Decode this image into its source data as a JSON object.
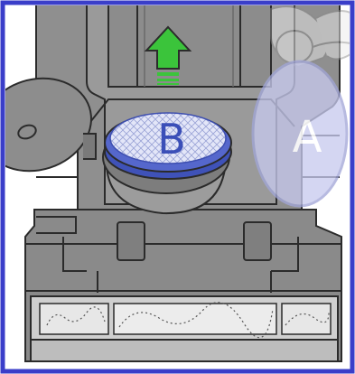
{
  "figure": {
    "part_b_label": "B",
    "part_a_label": "A",
    "arrow_direction": "up"
  },
  "colors": {
    "frame_border": "#3a3ec9",
    "filter_ring": "#4a5bc8",
    "filter_mesh": "#dfe3f7",
    "part_b_text": "#3b4fb8",
    "part_a_fill": "#c9cbec",
    "arrow_green": "#3bc43b",
    "housing_gray": "#8c8c8c",
    "housing_dark": "#6f6f6f",
    "outline": "#2b2b2b"
  },
  "icons": [
    "up-arrow-icon",
    "hand-icon"
  ]
}
